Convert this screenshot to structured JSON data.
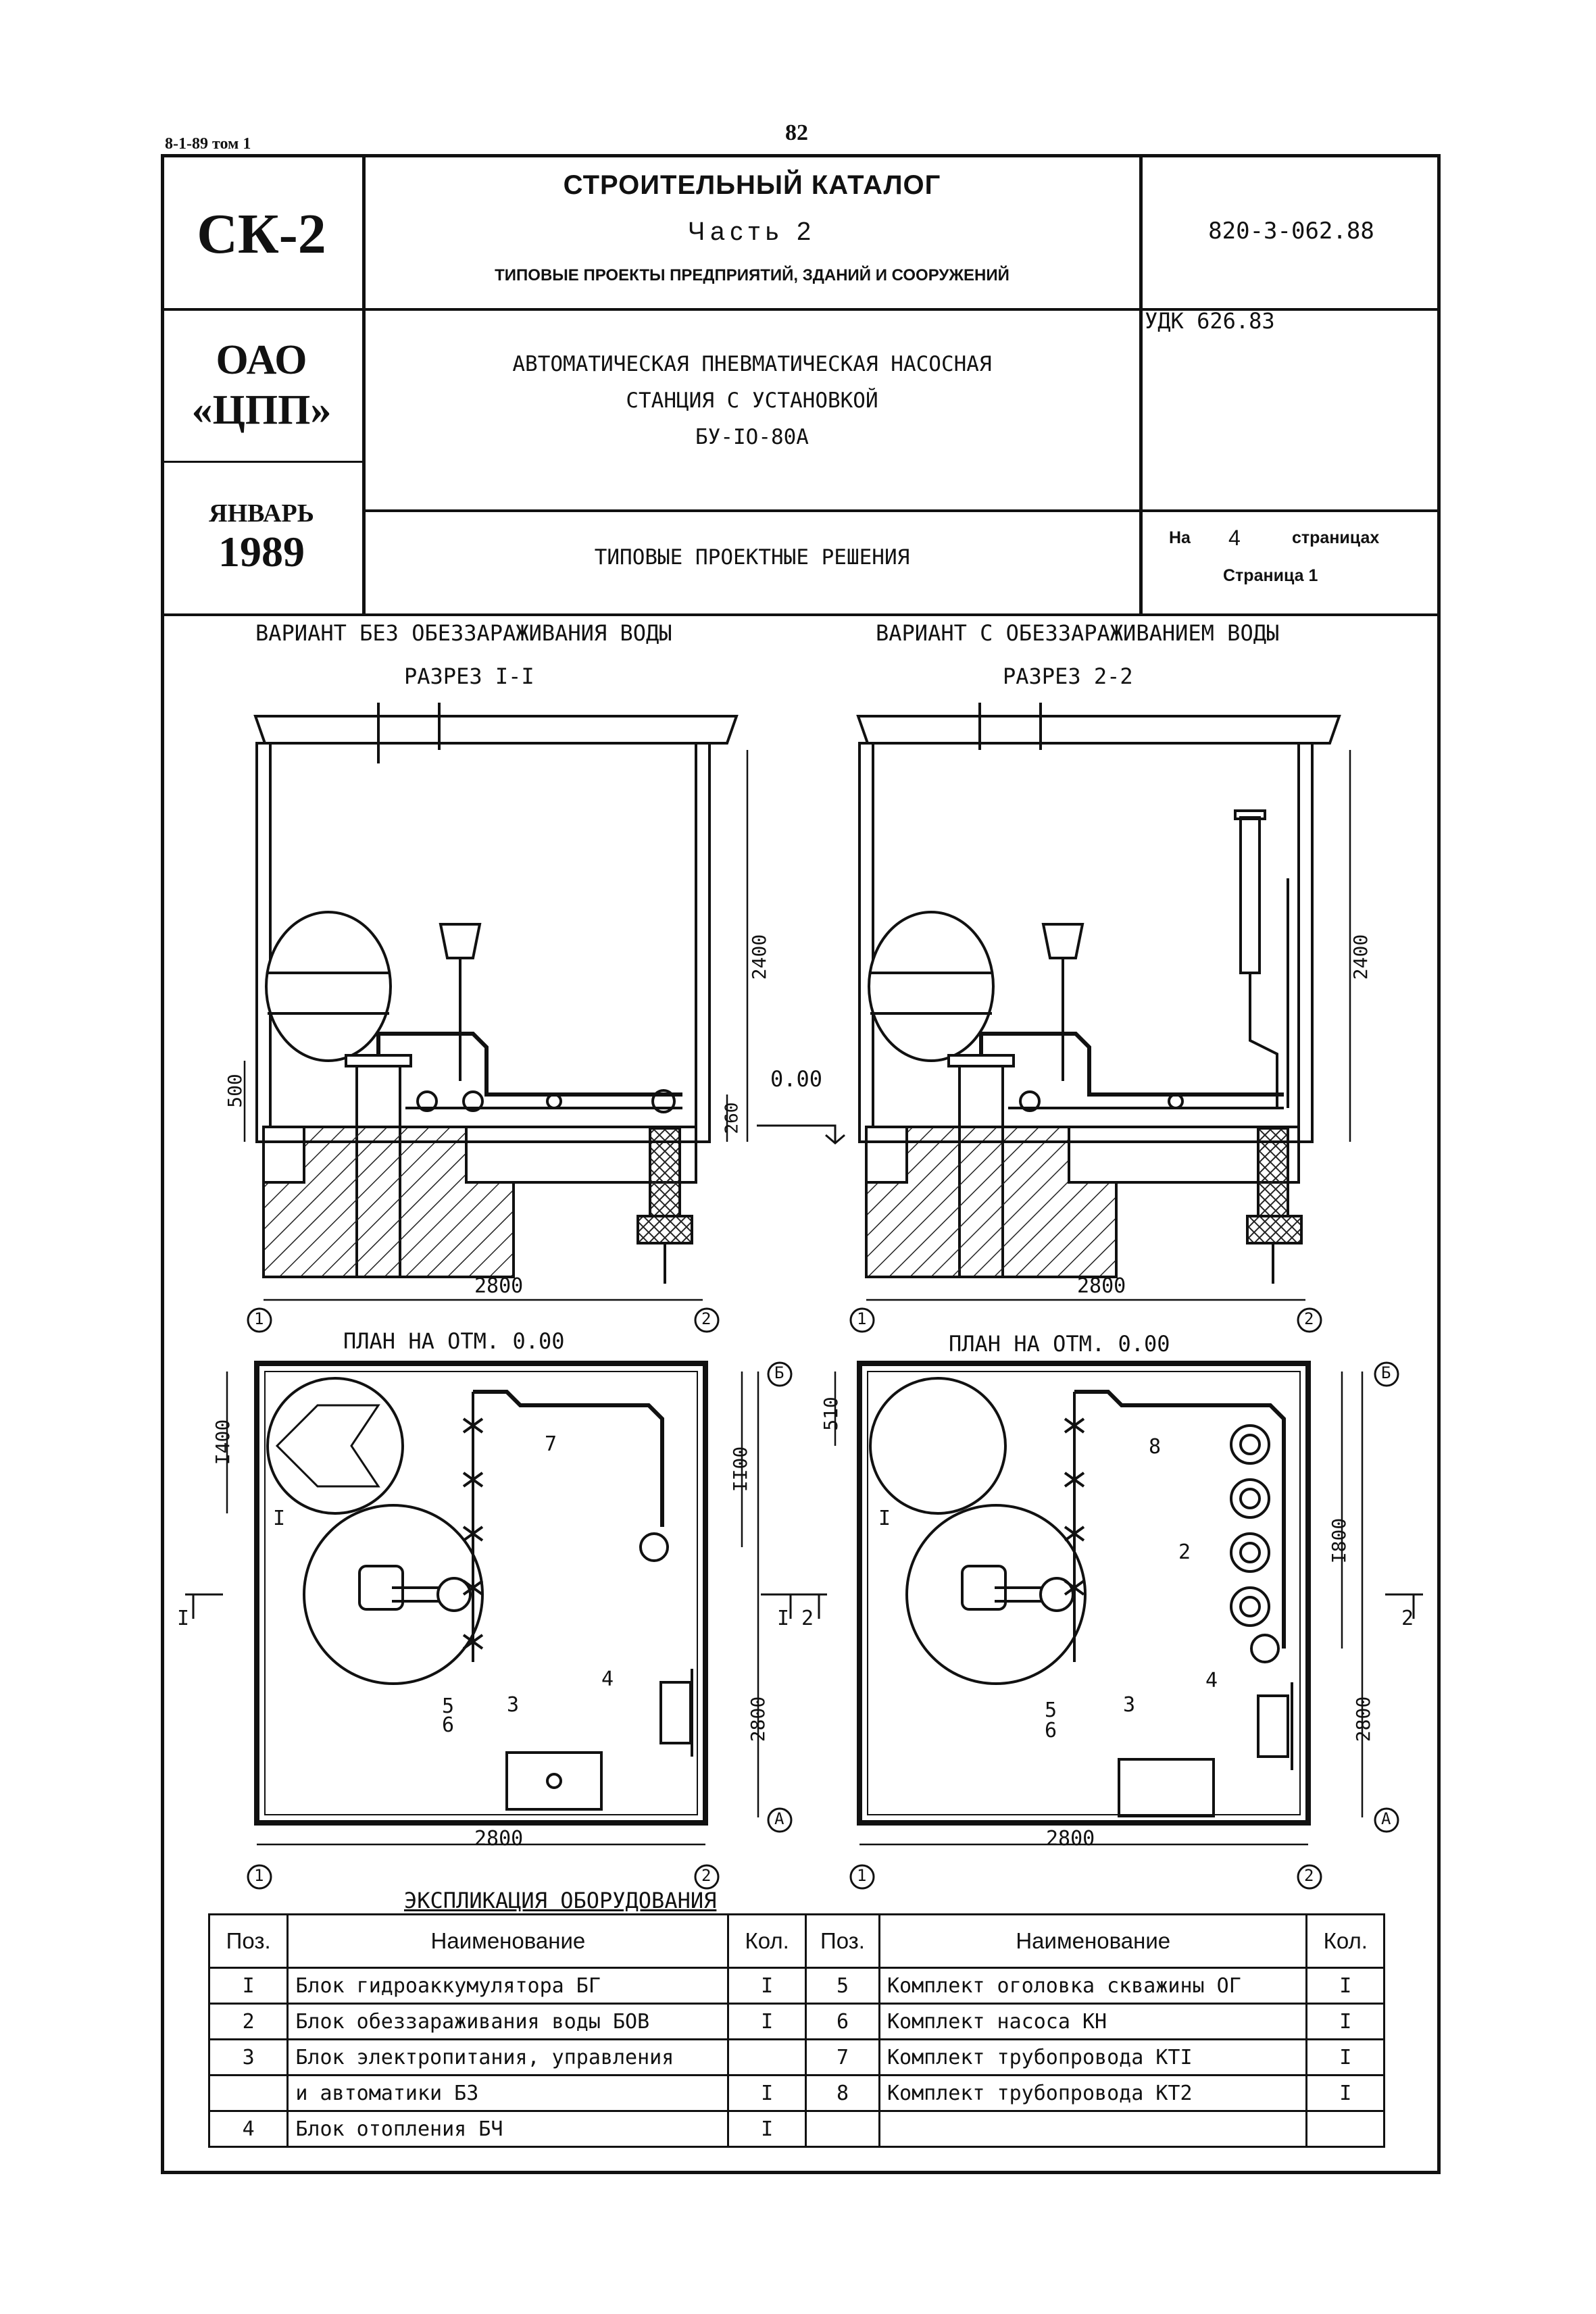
{
  "header": {
    "ref": "8-1-89 том 1",
    "page_number": "82"
  },
  "stamp": {
    "series": "СК-2",
    "org_line1": "ОАО",
    "org_line2": "«ЦПП»",
    "month": "ЯНВАРЬ",
    "year": "1989",
    "catalog_title": "СТРОИТЕЛЬНЫЙ КАТАЛОГ",
    "catalog_part": "Часть 2",
    "catalog_subtitle": "ТИПОВЫЕ ПРОЕКТЫ ПРЕДПРИЯТИЙ, ЗДАНИЙ И СООРУЖЕНИЙ",
    "project_code": "820-3-062.88",
    "udk": "УДК 626.83",
    "project_line1": "АВТОМАТИЧЕСКАЯ ПНЕВМАТИЧЕСКАЯ НАСОСНАЯ",
    "project_line2": "СТАНЦИЯ С УСТАНОВКОЙ",
    "project_line3": "БУ-IO-80А",
    "solutions": "ТИПОВЫЕ ПРОЕКТНЫЕ РЕШЕНИЯ",
    "pages_prefix": "На",
    "pages_count": "4",
    "pages_suffix": "страницах",
    "page_label": "Страница 1"
  },
  "drawings": {
    "left_variant": "ВАРИАНТ БЕЗ ОБЕЗЗАРАЖИВАНИЯ ВОДЫ",
    "left_section": "РАЗРЕЗ I-I",
    "right_variant": "ВАРИАНТ С ОБЕЗЗАРАЖИВАНИЕМ ВОДЫ",
    "right_section": "РАЗРЕЗ 2-2",
    "plan_title": "ПЛАН НА ОТМ. 0.00",
    "level": "0.00",
    "dims": {
      "height": "2400",
      "d500": "500",
      "d260": "260",
      "width": "2800",
      "d1400": "I400",
      "d1100": "II00",
      "d510": "510",
      "d1800": "I800"
    },
    "axes": {
      "a1": "1",
      "a2": "2",
      "aA": "А",
      "aB": "Б"
    },
    "cuts": {
      "c1": "I",
      "c2": "2"
    },
    "pos_labels": {
      "p1": "I",
      "p2": "2",
      "p3": "3",
      "p4": "4",
      "p5": "5",
      "p6": "6",
      "p7": "7",
      "p8": "8"
    }
  },
  "explication": {
    "title": "ЭКСПЛИКАЦИЯ ОБОРУДОВАНИЯ",
    "headers": {
      "pos": "Поз.",
      "name": "Наименование",
      "qty": "Кол."
    },
    "left": [
      {
        "pos": "I",
        "name": "Блок гидроаккумулятора БГ",
        "qty": "I"
      },
      {
        "pos": "2",
        "name": "Блок обеззараживания воды БОВ",
        "qty": "I"
      },
      {
        "pos": "3",
        "name": "Блок электропитания, управления",
        "qty": ""
      },
      {
        "pos": "",
        "name": "и автоматики БЗ",
        "qty": "I"
      },
      {
        "pos": "4",
        "name": "Блок отопления БЧ",
        "qty": "I"
      }
    ],
    "right": [
      {
        "pos": "5",
        "name": "Комплект оголовка скважины ОГ",
        "qty": "I"
      },
      {
        "pos": "6",
        "name": "Комплект насоса КН",
        "qty": "I"
      },
      {
        "pos": "7",
        "name": "Комплект трубопровода КТI",
        "qty": "I"
      },
      {
        "pos": "8",
        "name": "Комплект трубопровода КТ2",
        "qty": "I"
      },
      {
        "pos": "",
        "name": "",
        "qty": ""
      }
    ]
  }
}
